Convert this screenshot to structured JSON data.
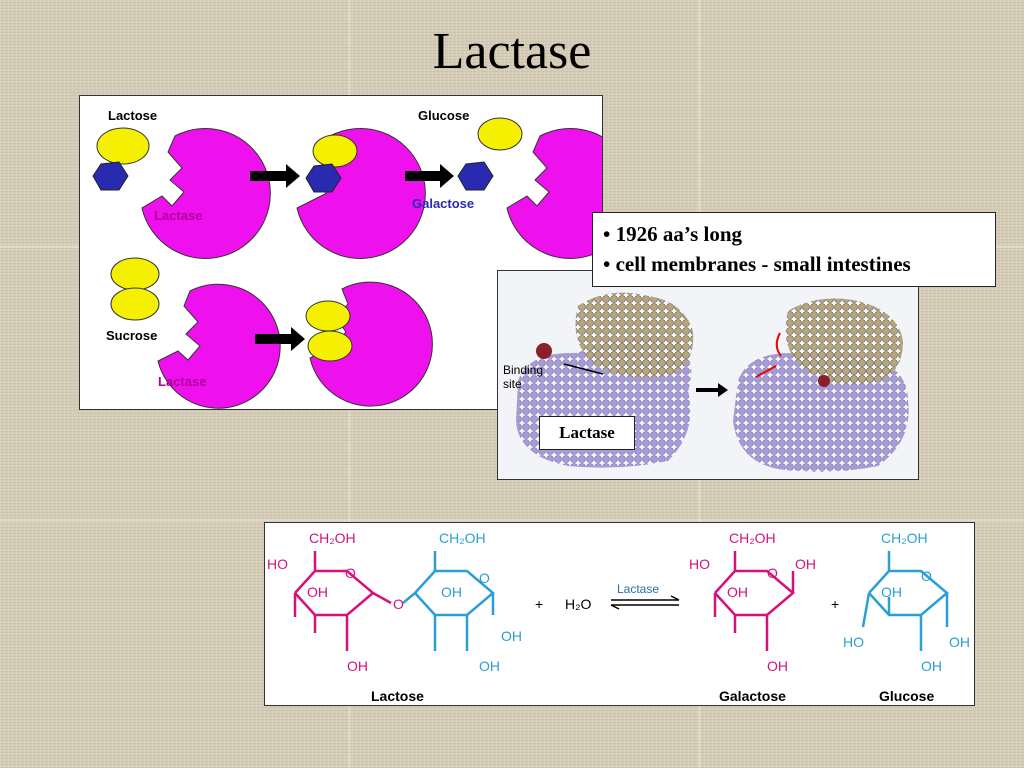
{
  "title": "Lactase",
  "cartoon_panel": {
    "row1": {
      "lactose_label": "Lactose",
      "glucose_label": "Glucose",
      "galactose_label": "Galactose",
      "enzyme_label": "Lactase"
    },
    "row2": {
      "sucrose_label": "Sucrose",
      "enzyme_label": "Lactase"
    }
  },
  "bullets": [
    "• 1926 aa’s long",
    "• cell membranes - small intestines"
  ],
  "protein_panel": {
    "binding_site_label_line1": "Binding",
    "binding_site_label_line2": "site",
    "lactase_label": "Lactase"
  },
  "reaction_panel": {
    "ch2oh": "CH₂OH",
    "oh": "OH",
    "ho": "HO",
    "o": "O",
    "plus": "+",
    "water": "H₂O",
    "enzyme": "Lactase",
    "lactose": "Lactose",
    "galactose": "Galactose",
    "glucose": "Glucose"
  },
  "colors": {
    "magenta": "#ee11ee",
    "yellow": "#f5f000",
    "blue": "#2a2ab0",
    "pink": "#d6127a",
    "cyan": "#2a9fd6",
    "protein_purple": "#a79ad8",
    "protein_tan": "#b8a77e"
  }
}
